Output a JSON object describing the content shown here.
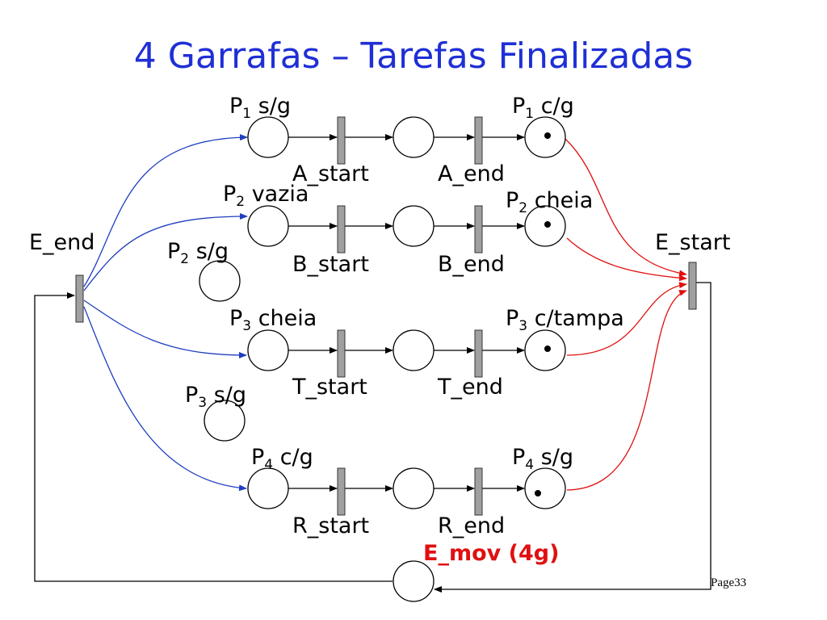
{
  "title": "4 Garrafas – Tarefas Finalizadas",
  "places": {
    "p1_sg": {
      "main": "P",
      "sub": "1",
      "rest": " s/g"
    },
    "p1_cg": {
      "main": "P",
      "sub": "1",
      "rest": " c/g"
    },
    "p2_vazia": {
      "main": "P",
      "sub": "2",
      "rest": " vazia"
    },
    "p2_cheia": {
      "main": "P",
      "sub": "2",
      "rest": " cheia"
    },
    "p2_sg": {
      "main": "P",
      "sub": "2",
      "rest": " s/g"
    },
    "p3_cheia": {
      "main": "P",
      "sub": "3",
      "rest": " cheia"
    },
    "p3_ctampa": {
      "main": "P",
      "sub": "3",
      "rest": " c/tampa"
    },
    "p3_sg": {
      "main": "P",
      "sub": "3",
      "rest": " s/g"
    },
    "p4_cg": {
      "main": "P",
      "sub": "4",
      "rest": " c/g"
    },
    "p4_sg": {
      "main": "P",
      "sub": "4",
      "rest": " s/g"
    }
  },
  "transitions": {
    "a_start": "A_start",
    "a_end": "A_end",
    "b_start": "B_start",
    "b_end": "B_end",
    "t_start": "T_start",
    "t_end": "T_end",
    "r_start": "R_start",
    "r_end": "R_end",
    "e_end": "E_end",
    "e_start": "E_start"
  },
  "e_mov": "E_mov (4g)",
  "page": "Page33",
  "colors": {
    "title": "#1f2fd6",
    "blue_arc": "#1f3fbf",
    "red_arc": "#e01010",
    "transition": "#a0a0a0"
  }
}
